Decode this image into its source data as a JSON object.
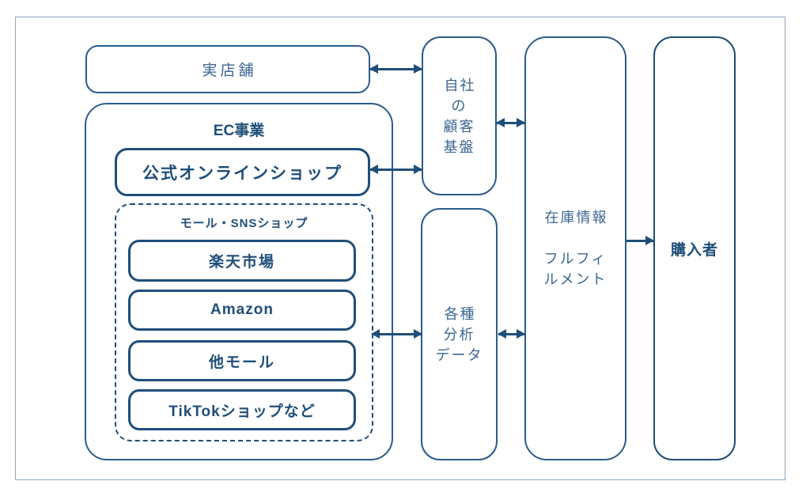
{
  "colors": {
    "primary_dark": "#1F4E79",
    "primary_mid": "#2B5C8D",
    "text_regular": "#3D6693",
    "frame_border": "#8EA5BB",
    "background": "#FFFFFF"
  },
  "diagram": {
    "physical_store": {
      "label": "実店舗"
    },
    "ec_business": {
      "title": "EC事業",
      "official_shop": {
        "label": "公式オンラインショップ"
      },
      "mall_sns_group": {
        "title": "モール・SNSショップ",
        "items": [
          {
            "label": "楽天市場"
          },
          {
            "label": "Amazon"
          },
          {
            "label": "他モール"
          },
          {
            "label": "TikTokショップなど"
          }
        ]
      }
    },
    "customer_base": {
      "label": "自社\nの\n顧客\n基盤"
    },
    "analytics_data": {
      "label": "各種\n分析\nデータ"
    },
    "inventory_fulfillment": {
      "label": "在庫情報\n\nフルフィ\nルメント"
    },
    "buyer": {
      "label": "購入者"
    }
  }
}
